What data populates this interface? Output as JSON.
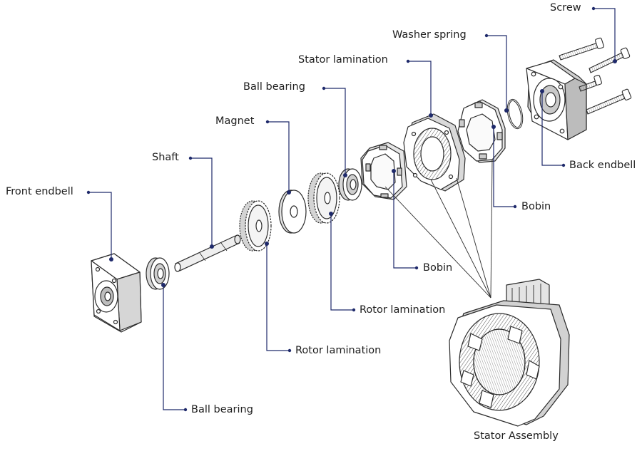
{
  "labels": {
    "screw": "Screw",
    "washer_spring": "Washer spring",
    "stator_lamination": "Stator lamination",
    "ball_bearing_top": "Ball bearing",
    "magnet": "Magnet",
    "shaft": "Shaft",
    "front_endbell": "Front endbell",
    "back_endbell": "Back endbell",
    "bobin_right": "Bobin",
    "bobin_left": "Bobin",
    "rotor_lamination_upper": "Rotor lamination",
    "rotor_lamination_lower": "Rotor lamination",
    "ball_bearing_bottom": "Ball bearing",
    "stator_assembly": "Stator Assembly"
  },
  "colors": {
    "leader_line": "#1f2a6b",
    "part_outline": "#2b2b2b",
    "part_fill": "#ffffff",
    "shade": "#cfcfcf",
    "text": "#1e1e1e"
  }
}
